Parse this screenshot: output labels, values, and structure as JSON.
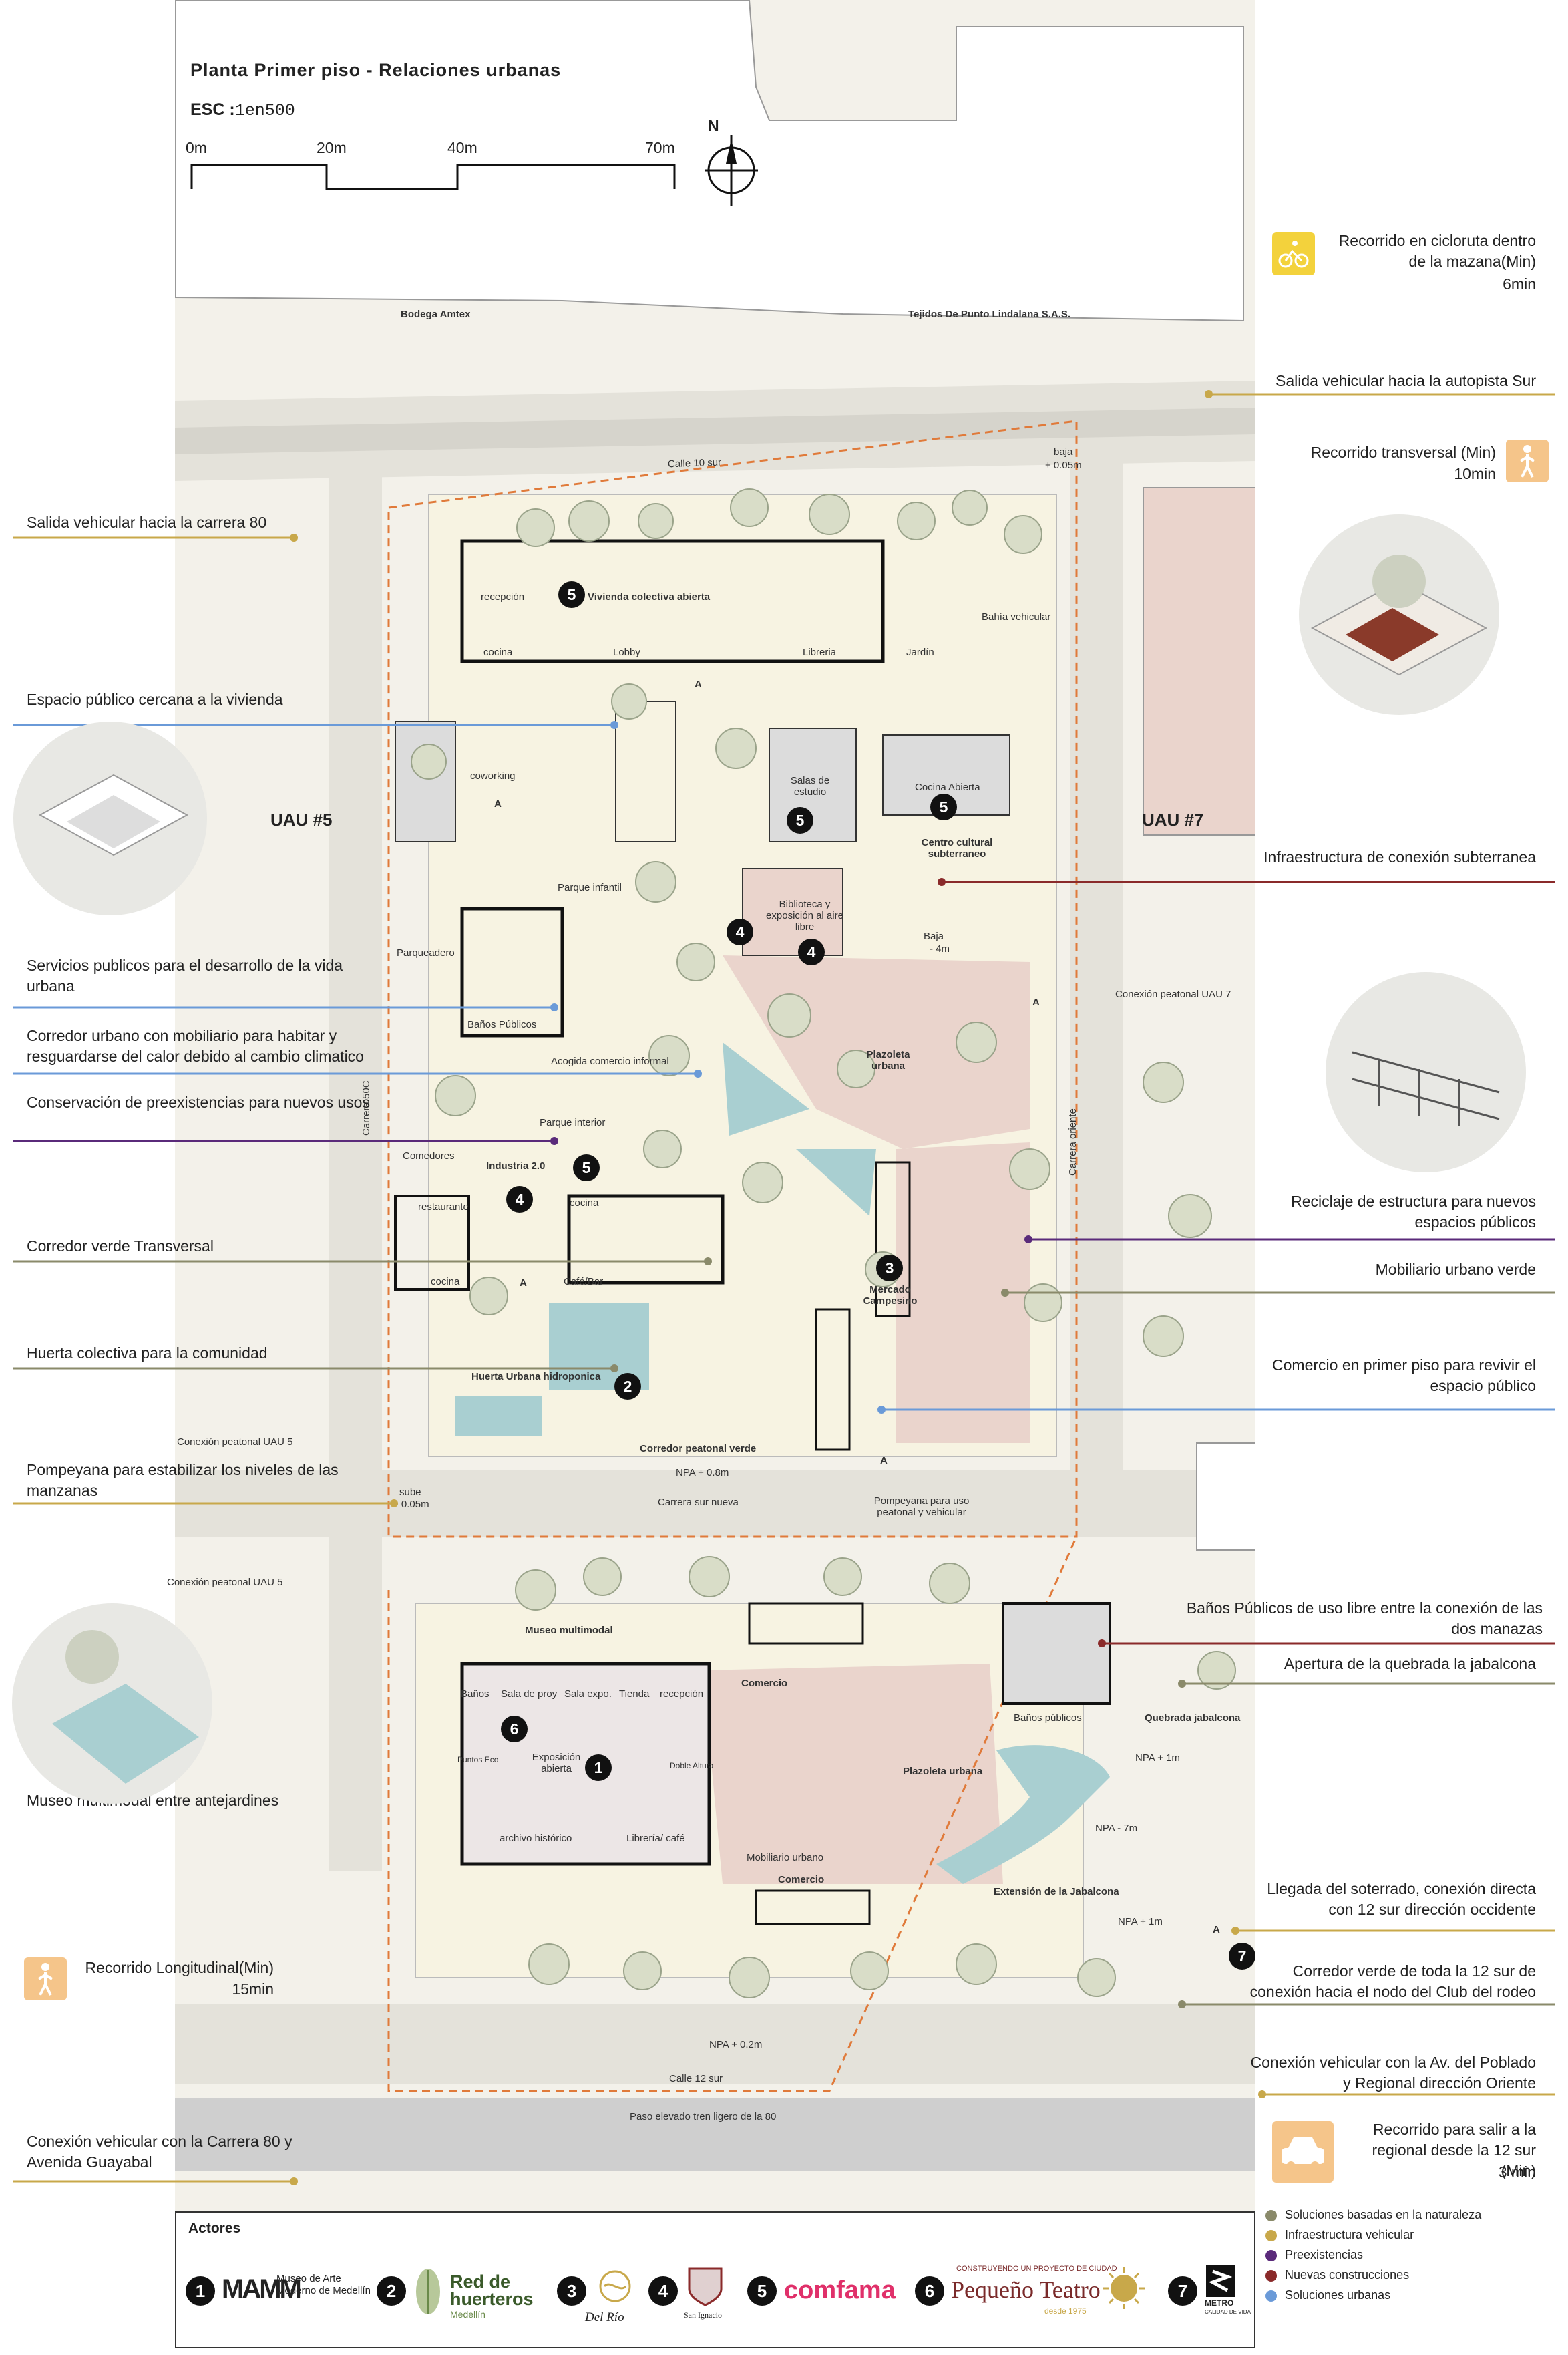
{
  "header": {
    "title": "Planta Primer piso - Relaciones urbanas",
    "esc_label": "ESC :",
    "esc_value": "1en500",
    "north": "N",
    "scale": [
      "0m",
      "20m",
      "40m",
      "70m"
    ]
  },
  "captions_left": [
    "Salida vehicular hacia la carrera 80",
    "Espacio público cercana a la vivienda",
    "Servicios publicos para el desarrollo de la vida urbana",
    "Corredor urbano con mobiliario para habitar y resguardarse del calor debido al cambio climatico",
    "Conservación de preexistencias para nuevos usos",
    "Corredor verde Transversal",
    "Huerta colectiva para la comunidad",
    "Pompeyana para estabilizar los niveles de las manzanas",
    "Museo multimodal entre antejardines",
    "Conexión vehicular con la  Carrera 80 y Avenida Guayabal"
  ],
  "captions_right": [
    "Salida vehicular hacia la autopista Sur",
    "Infraestructura de conexión subterranea",
    "Reciclaje de estructura para nuevos espacios públicos",
    "Mobiliario urbano verde",
    "Comercio en primer piso para revivir el espacio público",
    "Baños Públicos de uso libre entre la conexión de las dos manazas",
    "Apertura de la quebrada la jabalcona",
    "Llegada del soterrado, conexión directa con 12  sur dirección occidente",
    "Corredor verde de toda la 12 sur de conexión hacia el nodo del Club del rodeo",
    "Conexión vehicular con la  Av. del Poblado y Regional dirección Oriente"
  ],
  "routes": {
    "bike": {
      "text": "Recorrido en cicloruta dentro de la mazana(Min)",
      "time": "6min"
    },
    "transversal": {
      "text": "Recorrido transversal (Min)",
      "time": "10min"
    },
    "longitudinal": {
      "text": "Recorrido Longitudinal(Min)",
      "time": "15min"
    },
    "car": {
      "text": "Recorrido para salir a la regional desde la 12 sur (Min)",
      "time": "3 min"
    }
  },
  "uau": {
    "left": "UAU #5",
    "right": "UAU #7"
  },
  "plan_labels": {
    "bodega": "Bodega Amtex",
    "tejidos": "Tejidos De Punto Lindalana S.A.S.",
    "calle10": "Calle 10 sur",
    "baja1": "baja",
    "baja1b": "+ 0.05m",
    "recepcion": "recepción",
    "vivienda": "Vivienda colectiva abierta",
    "cocina1": "cocina",
    "lobby": "Lobby",
    "libreria": "Libreria",
    "jardin": "Jardín",
    "bahia": "Bahía vehicular",
    "coworking": "coworking",
    "salas": "Salas de estudio",
    "cocina_abierta": "Cocina Abierta",
    "centro": "Centro cultural subterraneo",
    "parque_infantil": "Parque infantil",
    "parqueadero": "Parqueadero",
    "biblioteca": "Biblioteca y exposición al aire libre",
    "baja2": "Baja",
    "baja2b": "- 4m",
    "conexion7": "Conexión peatonal UAU 7",
    "banos1": "Baños Públicos",
    "acogida": "Acogida comercio informal",
    "plazoleta1": "Plazoleta urbana",
    "carrera50c": "Carrera 50C",
    "carrera_oriente": "Carrera oriente",
    "parque_interior": "Parque interior",
    "industria": "Industria 2.0",
    "comedores": "Comedores",
    "restaurante": "restaurante",
    "cocina2": "cocina",
    "cocina3": "cocina",
    "cafe": "Café/Bar",
    "mercado": "Mercado Campesino",
    "huerta": "Huerta Urbana hidroponica",
    "corredor": "Corredor peatonal verde",
    "npa1": "NPA + 0.8m",
    "conexion5a": "Conexión peatonal UAU 5",
    "sube": "sube",
    "subeb": "+ 0.05m",
    "carrera_sur": "Carrera sur nueva",
    "pompeyana": "Pompeyana para  uso peatonal y vehicular",
    "conexion5b": "Conexión peatonal UAU 5",
    "museo": "Museo multimodal",
    "comercio1": "Comercio",
    "banos2": "Baños",
    "sala_proy": "Sala de proy",
    "sala_expo": "Sala expo.",
    "tienda": "Tienda",
    "recepcion2": "recepción",
    "puntos": "Puntos Eco",
    "exposicion": "Exposición abierta",
    "doble": "Doble Altura",
    "archivo": "archivo histórico",
    "libreria2": "Librería/ café",
    "plazoleta2": "Plazoleta urbana",
    "banos3": "Baños públicos",
    "quebrada": "Quebrada jabalcona",
    "npa2": "NPA + 1m",
    "npa3": "NPA - 7m",
    "mobiliario": "Mobiliario urbano",
    "comercio2": "Comercio",
    "extension": "Extensión de la Jabalcona",
    "npa4": "NPA + 1m",
    "npa5": "NPA + 0.2m",
    "calle12": "Calle 12 sur",
    "paso": "Paso elevado tren ligero de la 80",
    "a": "A"
  },
  "numbers": [
    "1",
    "2",
    "3",
    "4",
    "5",
    "6",
    "7"
  ],
  "actors": {
    "title": "Actores",
    "items": [
      {
        "num": "1",
        "logo": "MAMM",
        "name": "Museo de Arte Moderno de Medellín"
      },
      {
        "num": "2",
        "logo": "leaf-icon",
        "name": "Red de huerteros",
        "sub": "Medellín"
      },
      {
        "num": "3",
        "logo": "Del Río",
        "name": ""
      },
      {
        "num": "4",
        "logo": "San Ignacio",
        "name": ""
      },
      {
        "num": "5",
        "logo": "comfama",
        "name": ""
      },
      {
        "num": "6",
        "logo": "Pequeño Teatro",
        "name": "CONSTRUYENDO UN PROYECTO DE CIUDAD",
        "sub": "desde 1975"
      },
      {
        "num": "7",
        "logo": "METRO",
        "name": "METRO",
        "sub": "CALIDAD DE VIDA"
      }
    ]
  },
  "legend": [
    {
      "label": "Soluciones basadas en la naturaleza",
      "color": "#8a8a6a"
    },
    {
      "label": "Infraestructura vehicular",
      "color": "#c8a84a"
    },
    {
      "label": "Preexistencias",
      "color": "#5a2a7a"
    },
    {
      "label": "Nuevas construcciones",
      "color": "#8a2a2a"
    },
    {
      "label": "Soluciones urbanas",
      "color": "#6a9ad8"
    }
  ],
  "colors": {
    "vehicular": "#c8a84a",
    "urbana": "#6a9ad8",
    "preexistencia": "#5a2a7a",
    "nueva": "#8a2a2a",
    "naturaleza": "#8a8a6a",
    "icon_bg": "#f5c58a",
    "bike_bg": "#f3d23c"
  }
}
